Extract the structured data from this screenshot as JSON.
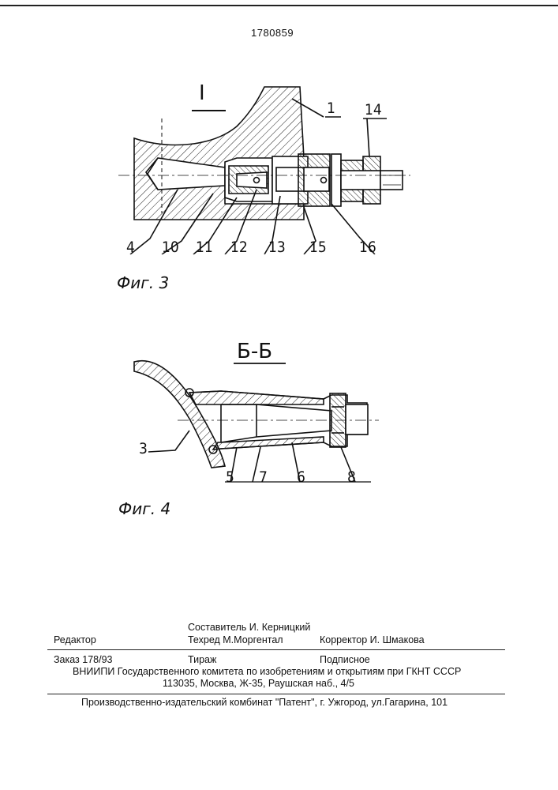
{
  "header": {
    "patent_number": "1780859"
  },
  "figure3": {
    "section_label": "I",
    "caption": "Фиг. 3",
    "callouts": [
      "1",
      "14",
      "4",
      "10",
      "11",
      "12",
      "13",
      "15",
      "16"
    ]
  },
  "figure4": {
    "section_label": "Б-Б",
    "caption": "Фиг. 4",
    "callouts": [
      "3",
      "5",
      "7",
      "6",
      "8"
    ]
  },
  "imprint": {
    "editor": "Редактор",
    "compiler": "Составитель И. Керницкий",
    "tech_editor": "Техред М.Моргентал",
    "proofreader": "Корректор  И. Шмакова",
    "order": "Заказ  178/93",
    "circulation": "Тираж",
    "subscription": "Подписное",
    "institute": "ВНИИПИ Государственного комитета по изобретениям и открытиям при ГКНТ СССР",
    "address": "113035, Москва, Ж-35, Раушская наб., 4/5",
    "publisher": "Производственно-издательский комбинат \"Патент\", г. Ужгород, ул.Гагарина, 101"
  }
}
